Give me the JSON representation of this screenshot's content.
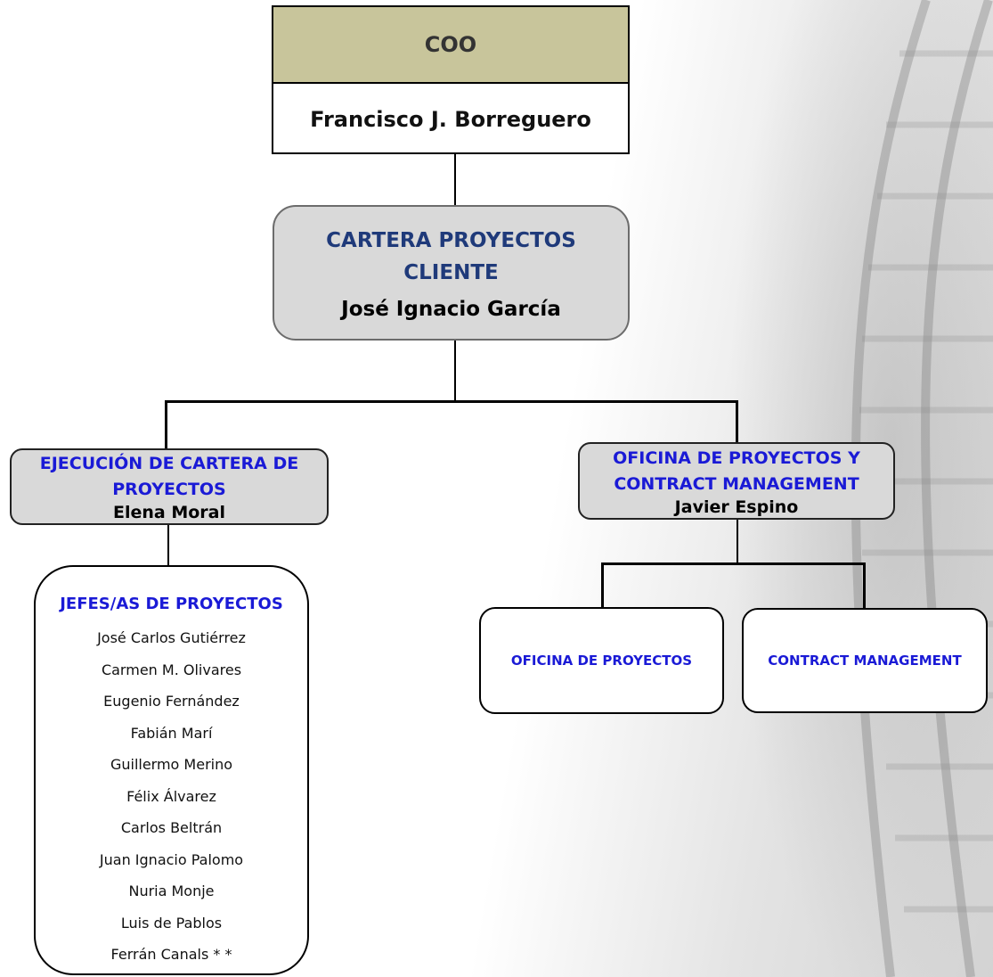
{
  "coo": {
    "title": "COO",
    "name": "Francisco J. Borreguero"
  },
  "cartera": {
    "title": "CARTERA PROYECTOS CLIENTE",
    "name": "José Ignacio García"
  },
  "ejecucion": {
    "title": "EJECUCIÓN DE CARTERA DE PROYECTOS",
    "name": "Elena Moral"
  },
  "oficina": {
    "title": "OFICINA DE PROYECTOS Y CONTRACT MANAGEMENT",
    "name": "Javier Espino"
  },
  "jefes": {
    "title": "JEFES/AS DE PROYECTOS",
    "members": [
      "José Carlos Gutiérrez",
      "Carmen M. Olivares",
      "Eugenio Fernández",
      "Fabián Marí",
      "Guillermo Merino",
      "Félix Álvarez",
      "Carlos Beltrán",
      "Juan Ignacio Palomo",
      "Nuria Monje",
      "Luis de Pablos",
      "Ferrán Canals * *"
    ]
  },
  "oficina_proyectos": {
    "label": "OFICINA DE PROYECTOS"
  },
  "contract_management": {
    "label": "CONTRACT MANAGEMENT"
  },
  "colors": {
    "coo_header": "#c8c59b",
    "node_fill": "#d9d9d9",
    "title_blue": "#1a1ad6",
    "title_navy": "#1f3a7a"
  }
}
